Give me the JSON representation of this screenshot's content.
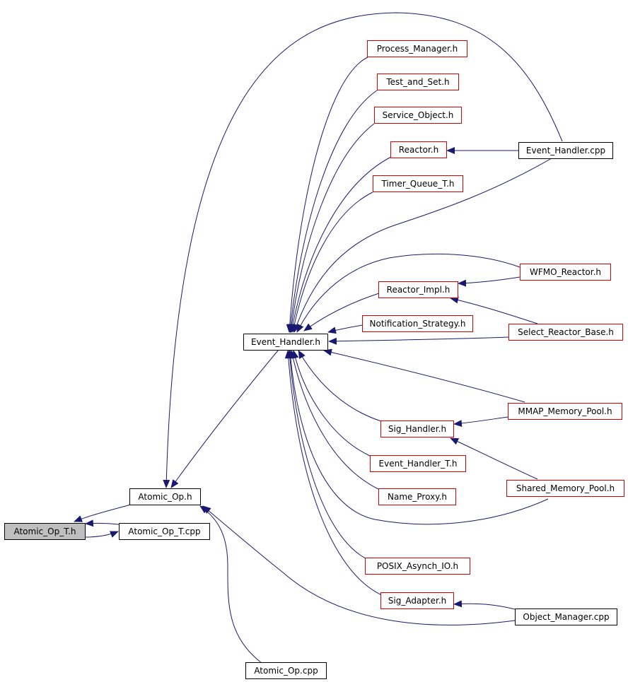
{
  "colors": {
    "edge": "#1a1a6e",
    "arrowhead": "#191970",
    "node_border": "#000000",
    "linked_node_border": "#d80000",
    "focus_fill": "#bfbfbf"
  },
  "nodes": {
    "atomic_op_t_h": "Atomic_Op_T.h",
    "atomic_op_t_cpp": "Atomic_Op_T.cpp",
    "atomic_op_h": "Atomic_Op.h",
    "atomic_op_cpp": "Atomic_Op.cpp",
    "event_handler_h": "Event_Handler.h",
    "process_manager_h": "Process_Manager.h",
    "test_and_set_h": "Test_and_Set.h",
    "service_object_h": "Service_Object.h",
    "reactor_h": "Reactor.h",
    "timer_queue_t_h": "Timer_Queue_T.h",
    "reactor_impl_h": "Reactor_Impl.h",
    "notification_strategy_h": "Notification_Strategy.h",
    "sig_handler_h": "Sig_Handler.h",
    "event_handler_t_h": "Event_Handler_T.h",
    "name_proxy_h": "Name_Proxy.h",
    "posix_asynch_io_h": "POSIX_Asynch_IO.h",
    "sig_adapter_h": "Sig_Adapter.h",
    "event_handler_cpp": "Event_Handler.cpp",
    "wfmo_reactor_h": "WFMO_Reactor.h",
    "select_reactor_base_h": "Select_Reactor_Base.h",
    "mmap_memory_pool_h": "MMAP_Memory_Pool.h",
    "shared_memory_pool_h": "Shared_Memory_Pool.h",
    "object_manager_cpp": "Object_Manager.cpp"
  }
}
